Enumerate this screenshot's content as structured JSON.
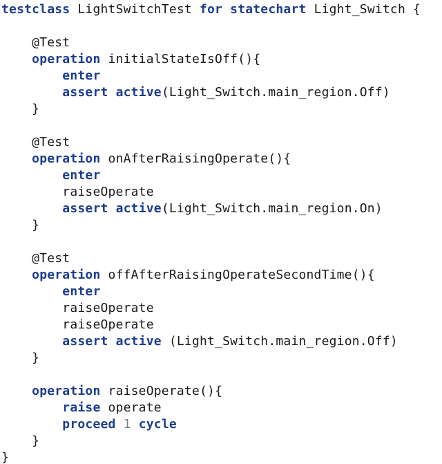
{
  "colors": {
    "background": "#ffffff",
    "keyword": "#1b3d8f",
    "plain": "#1a1a1a",
    "number": "#808080"
  },
  "code": {
    "lines": [
      {
        "tokens": [
          {
            "type": "keyword",
            "text": "testclass"
          },
          {
            "type": "plain",
            "text": " LightSwitchTest "
          },
          {
            "type": "keyword",
            "text": "for"
          },
          {
            "type": "plain",
            "text": " "
          },
          {
            "type": "keyword",
            "text": "statechart"
          },
          {
            "type": "plain",
            "text": " Light_Switch {"
          }
        ]
      },
      {
        "tokens": []
      },
      {
        "tokens": [
          {
            "type": "plain",
            "text": "    @Test"
          }
        ]
      },
      {
        "tokens": [
          {
            "type": "plain",
            "text": "    "
          },
          {
            "type": "keyword",
            "text": "operation"
          },
          {
            "type": "plain",
            "text": " initialStateIsOff(){"
          }
        ]
      },
      {
        "tokens": [
          {
            "type": "plain",
            "text": "        "
          },
          {
            "type": "keyword",
            "text": "enter"
          }
        ]
      },
      {
        "tokens": [
          {
            "type": "plain",
            "text": "        "
          },
          {
            "type": "keyword",
            "text": "assert"
          },
          {
            "type": "plain",
            "text": " "
          },
          {
            "type": "keyword",
            "text": "active"
          },
          {
            "type": "plain",
            "text": "(Light_Switch.main_region.Off)"
          }
        ]
      },
      {
        "tokens": [
          {
            "type": "plain",
            "text": "    }"
          }
        ]
      },
      {
        "tokens": []
      },
      {
        "tokens": [
          {
            "type": "plain",
            "text": "    @Test"
          }
        ]
      },
      {
        "tokens": [
          {
            "type": "plain",
            "text": "    "
          },
          {
            "type": "keyword",
            "text": "operation"
          },
          {
            "type": "plain",
            "text": " onAfterRaisingOperate(){"
          }
        ]
      },
      {
        "tokens": [
          {
            "type": "plain",
            "text": "        "
          },
          {
            "type": "keyword",
            "text": "enter"
          }
        ]
      },
      {
        "tokens": [
          {
            "type": "plain",
            "text": "        raiseOperate"
          }
        ]
      },
      {
        "tokens": [
          {
            "type": "plain",
            "text": "        "
          },
          {
            "type": "keyword",
            "text": "assert"
          },
          {
            "type": "plain",
            "text": " "
          },
          {
            "type": "keyword",
            "text": "active"
          },
          {
            "type": "plain",
            "text": "(Light_Switch.main_region.On)"
          }
        ]
      },
      {
        "tokens": [
          {
            "type": "plain",
            "text": "    }"
          }
        ]
      },
      {
        "tokens": []
      },
      {
        "tokens": [
          {
            "type": "plain",
            "text": "    @Test"
          }
        ]
      },
      {
        "tokens": [
          {
            "type": "plain",
            "text": "    "
          },
          {
            "type": "keyword",
            "text": "operation"
          },
          {
            "type": "plain",
            "text": " offAfterRaisingOperateSecondTime(){"
          }
        ]
      },
      {
        "tokens": [
          {
            "type": "plain",
            "text": "        "
          },
          {
            "type": "keyword",
            "text": "enter"
          }
        ]
      },
      {
        "tokens": [
          {
            "type": "plain",
            "text": "        raiseOperate"
          }
        ]
      },
      {
        "tokens": [
          {
            "type": "plain",
            "text": "        raiseOperate"
          }
        ]
      },
      {
        "tokens": [
          {
            "type": "plain",
            "text": "        "
          },
          {
            "type": "keyword",
            "text": "assert"
          },
          {
            "type": "plain",
            "text": " "
          },
          {
            "type": "keyword",
            "text": "active"
          },
          {
            "type": "plain",
            "text": " (Light_Switch.main_region.Off)"
          }
        ]
      },
      {
        "tokens": [
          {
            "type": "plain",
            "text": "    }"
          }
        ]
      },
      {
        "tokens": []
      },
      {
        "tokens": [
          {
            "type": "plain",
            "text": "    "
          },
          {
            "type": "keyword",
            "text": "operation"
          },
          {
            "type": "plain",
            "text": " raiseOperate(){"
          }
        ]
      },
      {
        "tokens": [
          {
            "type": "plain",
            "text": "        "
          },
          {
            "type": "keyword",
            "text": "raise"
          },
          {
            "type": "plain",
            "text": " operate"
          }
        ]
      },
      {
        "tokens": [
          {
            "type": "plain",
            "text": "        "
          },
          {
            "type": "keyword",
            "text": "proceed"
          },
          {
            "type": "plain",
            "text": " "
          },
          {
            "type": "number",
            "text": "1"
          },
          {
            "type": "plain",
            "text": " "
          },
          {
            "type": "keyword",
            "text": "cycle"
          }
        ]
      },
      {
        "tokens": [
          {
            "type": "plain",
            "text": "    }"
          }
        ]
      },
      {
        "tokens": [
          {
            "type": "plain",
            "text": "}"
          }
        ]
      }
    ]
  }
}
